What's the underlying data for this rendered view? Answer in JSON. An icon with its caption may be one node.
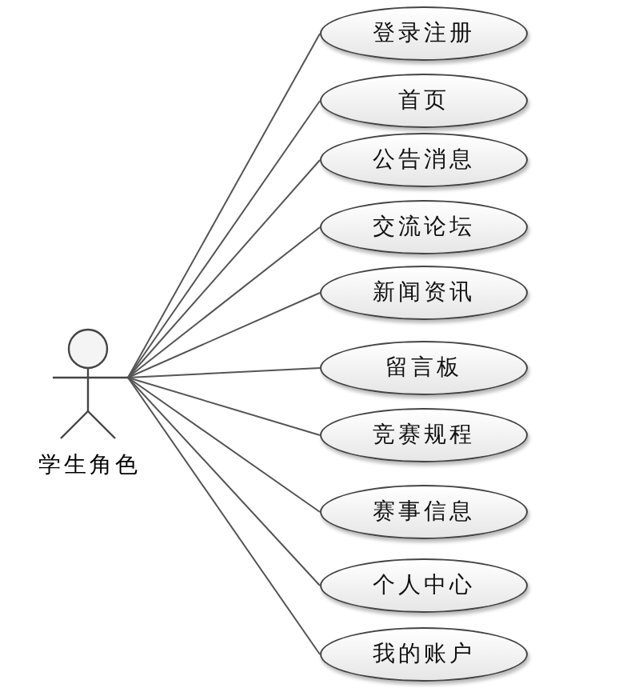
{
  "diagram": {
    "nodes": [
      {
        "text": [
          "学生角色"
        ]
      },
      {
        "text": [
          "登录注册"
        ]
      },
      {
        "text": [
          "首页"
        ]
      },
      {
        "text": [
          "公告消息"
        ]
      },
      {
        "text": [
          "交流论坛"
        ]
      },
      {
        "text": [
          "新闻资讯"
        ]
      },
      {
        "text": [
          "留言板"
        ]
      },
      {
        "text": [
          "竞赛规程"
        ]
      },
      {
        "text": [
          "赛事信息"
        ]
      },
      {
        "text": [
          "个人中心"
        ]
      },
      {
        "text": [
          "我的账户"
        ]
      }
    ],
    "edges": [
      {
        "from": 0,
        "to": 1,
        "arrow": "none"
      },
      {
        "from": 0,
        "to": 2,
        "arrow": "none"
      },
      {
        "from": 0,
        "to": 3,
        "arrow": "none"
      },
      {
        "from": 0,
        "to": 4,
        "arrow": "none"
      },
      {
        "from": 0,
        "to": 5,
        "arrow": "none"
      },
      {
        "from": 0,
        "to": 6,
        "arrow": "none"
      },
      {
        "from": 0,
        "to": 7,
        "arrow": "none"
      },
      {
        "from": 0,
        "to": 8,
        "arrow": "none"
      },
      {
        "from": 0,
        "to": 9,
        "arrow": "none"
      },
      {
        "from": 0,
        "to": 10,
        "arrow": "none"
      }
    ]
  }
}
